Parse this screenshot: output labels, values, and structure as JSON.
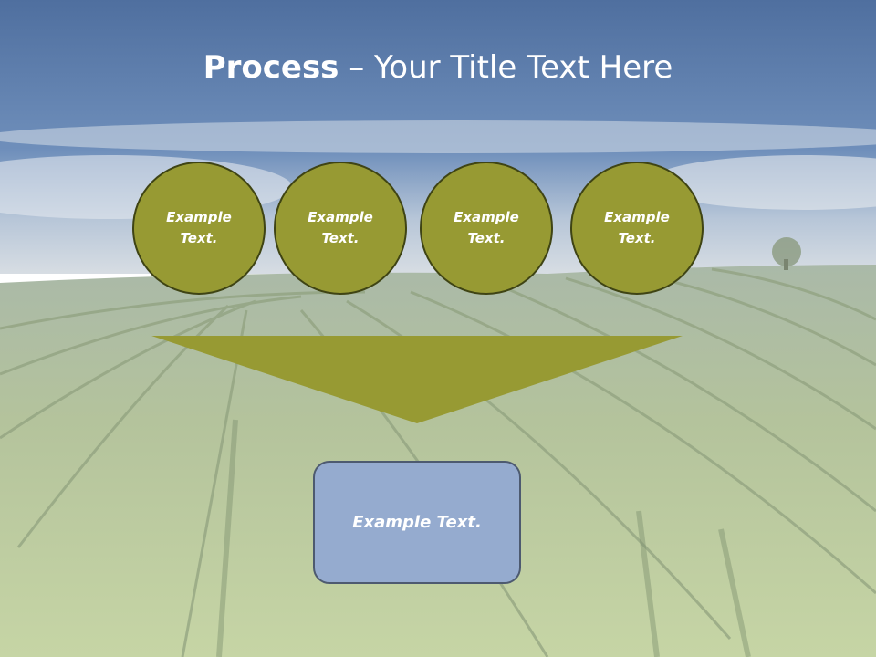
{
  "title": {
    "bold": "Process",
    "rest": " – Your Title Text Here"
  },
  "steps": [
    {
      "label": "Example Text."
    },
    {
      "label": "Example Text."
    },
    {
      "label": "Example Text."
    },
    {
      "label": "Example Text."
    }
  ],
  "result": {
    "label": "Example Text."
  },
  "colors": {
    "circle_fill": "#979a33",
    "circle_border": "#3f4414",
    "arrow_fill": "#979a33",
    "box_fill": "#95abcf",
    "box_border": "#4d5a70",
    "text": "#ffffff"
  },
  "background": {
    "description_icon": "vineyard-background"
  }
}
